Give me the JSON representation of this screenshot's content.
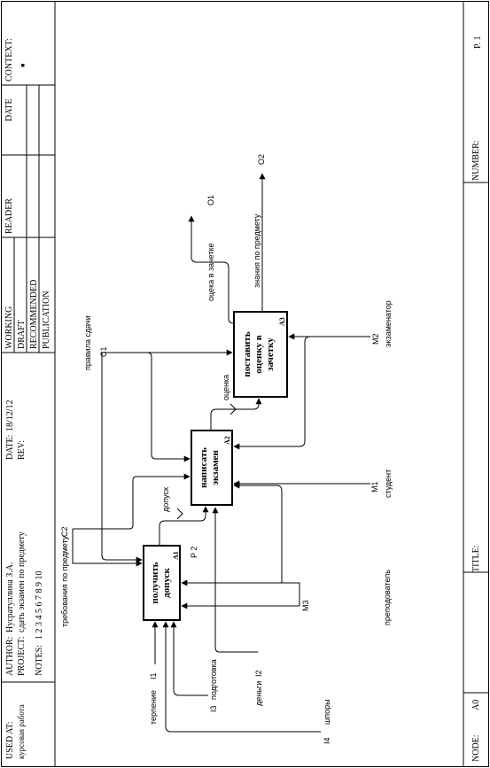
{
  "header": {
    "used_at_label": "USED AT:",
    "used_at_value": "курсовая работа",
    "author_label": "AUTHOR:",
    "author_value": "Нусратуллина З.А.",
    "project_label": "PROJECT:",
    "project_value": "сдать экзамен по предмету",
    "notes_label": "NOTES:",
    "notes_value": "1  2  3  4  5  6  7  8  9  10",
    "date_label": "DATE:",
    "date_value": "18/12/12",
    "rev_label": "REV:",
    "status": [
      "WORKING",
      "DRAFT",
      "RECOMMENDED",
      "PUBLICATION"
    ],
    "reader_label": "READER",
    "date_col_label": "DATE",
    "context_label": "CONTEXT:"
  },
  "footer": {
    "node_label": "NODE:",
    "node_value": "A0",
    "title_label": "TITLE:",
    "number_label": "NUMBER:",
    "page_value": "P. 1"
  },
  "boxes": [
    {
      "name": "получить допуск",
      "lines": [
        "получить",
        "допуск"
      ],
      "id": "A1"
    },
    {
      "name": "написать экзамен",
      "lines": [
        "написать",
        "экзамен"
      ],
      "id": "A2"
    },
    {
      "name": "поставить оценку в зачетку",
      "lines": [
        "поставить",
        "оценку в",
        "зачетку"
      ],
      "id": "A3"
    }
  ],
  "arrows": {
    "i1": {
      "code": "I1",
      "label": "терпение"
    },
    "i2": {
      "code": "I2",
      "label": "деньги"
    },
    "i3": {
      "code": "I3",
      "label": "подготовка"
    },
    "i4": {
      "code": "I4",
      "label": "шпоры"
    },
    "c1": {
      "code": "C1",
      "label": "правила сдачи"
    },
    "c2": {
      "code": "C2",
      "label": "требования по предмету"
    },
    "m1": {
      "code": "M1",
      "label": "студент"
    },
    "m2": {
      "code": "M2",
      "label": "экзаменатор"
    },
    "m3": {
      "code": "M3",
      "label": "преподователь"
    },
    "o1": {
      "code": "O1",
      "label": "оцека в зачетке"
    },
    "o2": {
      "code": "O2",
      "label": "знания по предмету"
    },
    "p2": {
      "code": "P 2"
    },
    "dopusk": {
      "label": "допуск"
    },
    "ocenka": {
      "label": "оценка"
    }
  }
}
